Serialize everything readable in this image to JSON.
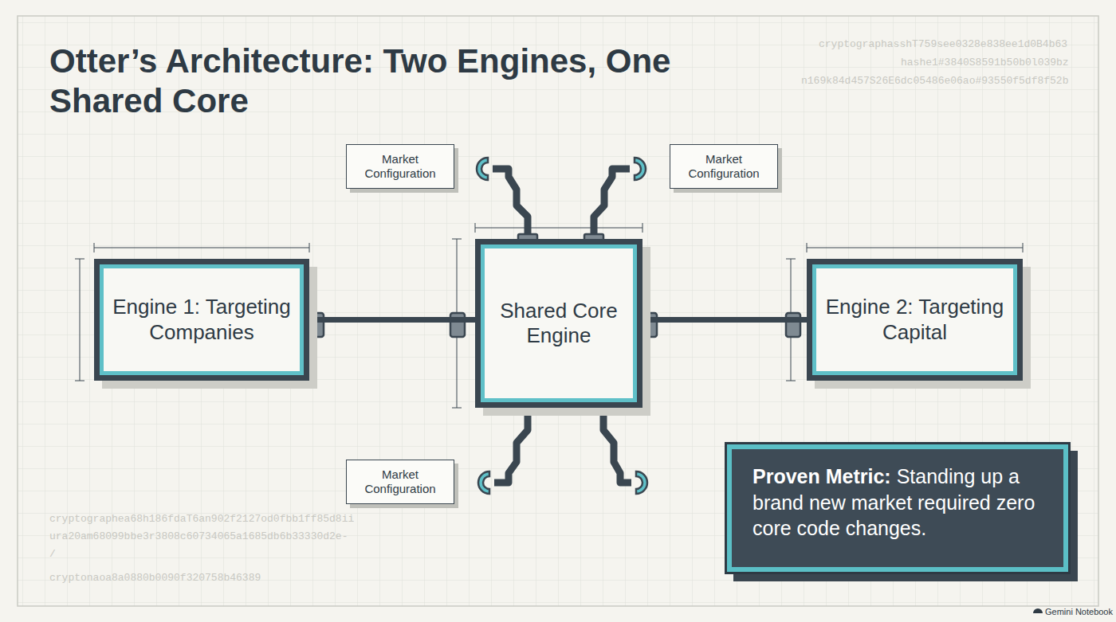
{
  "diagram": {
    "title": "Otter’s Architecture: Two Engines, One Shared Core",
    "nodes": [
      {
        "text": [
          "Market Configuration"
        ]
      },
      {
        "text": [
          "Market Configuration"
        ]
      },
      {
        "text": [
          "Engine 1: Targeting Companies"
        ]
      },
      {
        "text": [
          "Shared Core Engine"
        ]
      },
      {
        "text": [
          "Engine 2: Targeting Capital"
        ]
      },
      {
        "text": [
          "Market Configuration"
        ]
      },
      {
        "text": [
          "Proven Metric:",
          "Standing up a brand new market required zero core code changes."
        ]
      }
    ],
    "edges": [
      {
        "from": 2,
        "to": 3,
        "arrow": "none"
      },
      {
        "from": 3,
        "to": 4,
        "arrow": "none"
      }
    ],
    "labels": [
      "cryptographasshT759see0328e838ee1d0B4b63",
      "hashe1#3840S8591b50b0l039bz",
      "n169k84d457S26E6dc05486e06ao#93550f5df8f52b",
      "cryptographea68h186fdaT6an902f2127od0fbb1ff85d8ii",
      "ura20am68099bbe3r3808c60734065a1685db6b33330d2e-",
      "/",
      "cryptonaoa8a0880b0090f320758b46389",
      "Gemini Notebook"
    ]
  }
}
